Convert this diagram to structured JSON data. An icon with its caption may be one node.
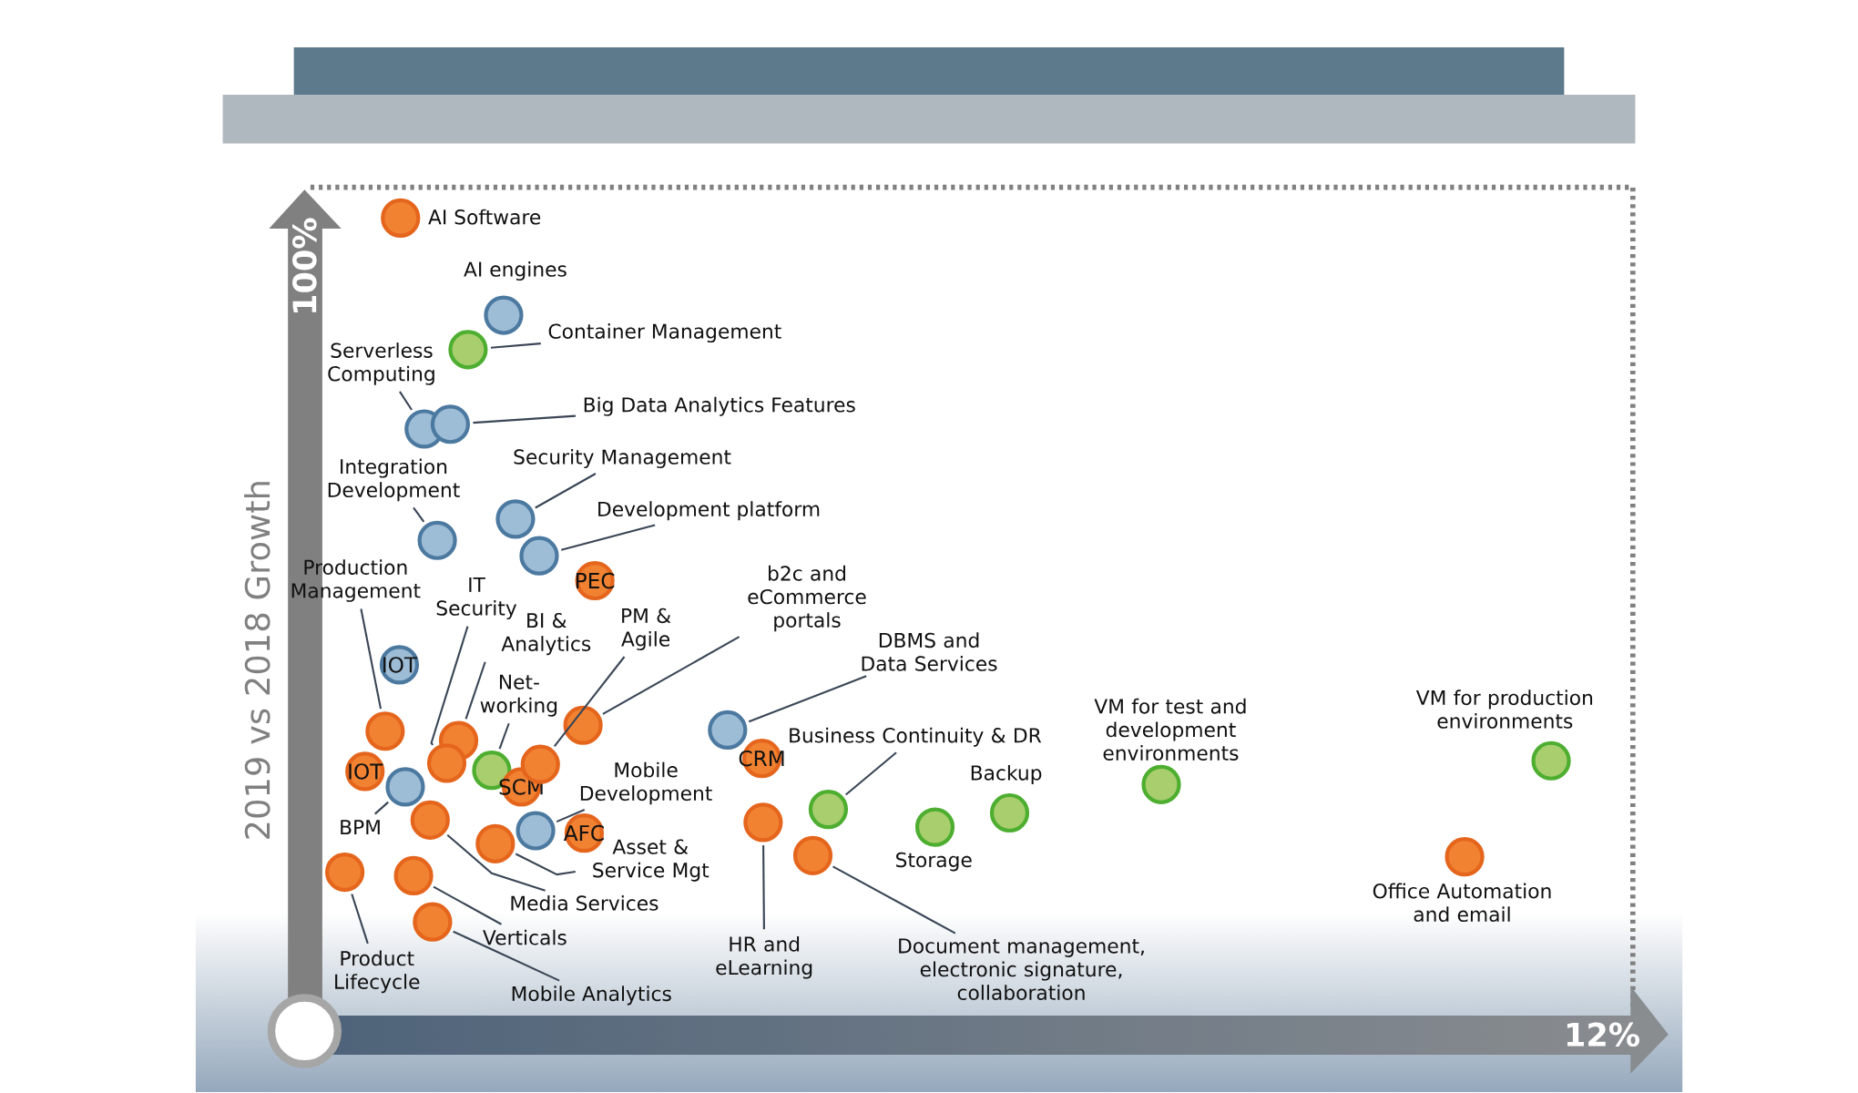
{
  "diagram": {
    "nodes": [
      {
        "text": [],
        "shape": "circle",
        "beside": [
          "AI Software"
        ]
      },
      {
        "text": [],
        "shape": "circle",
        "beside": [
          "AI engines"
        ]
      },
      {
        "text": [],
        "shape": "circle"
      },
      {
        "text": [],
        "shape": "circle"
      },
      {
        "text": [],
        "shape": "circle"
      },
      {
        "text": [],
        "shape": "circle"
      },
      {
        "text": [],
        "shape": "circle"
      },
      {
        "text": [],
        "shape": "circle"
      },
      {
        "text": [
          "PEC"
        ]
      },
      {
        "text": [
          "IOT"
        ]
      },
      {
        "text": [],
        "shape": "circle"
      },
      {
        "text": [
          "IOT"
        ]
      },
      {
        "text": [],
        "shape": "circle"
      },
      {
        "text": [],
        "shape": "circle"
      },
      {
        "text": [],
        "shape": "circle"
      },
      {
        "text": [],
        "shape": "circle"
      },
      {
        "text": [
          "SCM"
        ]
      },
      {
        "text": [],
        "shape": "circle"
      },
      {
        "text": [],
        "shape": "circle"
      },
      {
        "text": [],
        "shape": "circle"
      },
      {
        "text": [
          "AFC"
        ]
      },
      {
        "text": [],
        "shape": "circle"
      },
      {
        "text": [],
        "shape": "circle"
      },
      {
        "text": [],
        "shape": "circle"
      },
      {
        "text": [],
        "shape": "circle"
      },
      {
        "text": [],
        "shape": "circle"
      },
      {
        "text": [],
        "shape": "circle"
      },
      {
        "text": [
          "CRM"
        ]
      },
      {
        "text": [],
        "shape": "circle"
      },
      {
        "text": [],
        "shape": "circle"
      },
      {
        "text": [],
        "shape": "circle"
      },
      {
        "text": [],
        "shape": "circle",
        "beside": [
          "Storage"
        ]
      },
      {
        "text": [],
        "shape": "circle",
        "beside": [
          "Backup"
        ]
      },
      {
        "text": [],
        "shape": "circle",
        "beside": [
          "VM for test and development environments"
        ]
      },
      {
        "text": [],
        "shape": "circle",
        "beside": [
          "VM for production environments"
        ]
      },
      {
        "text": [],
        "shape": "circle",
        "beside": [
          "Office Automation and email"
        ]
      },
      {
        "text": [
          "Container Management"
        ]
      },
      {
        "text": [
          "Serverless Computing"
        ]
      },
      {
        "text": [
          "Big Data Analytics Features"
        ]
      },
      {
        "text": [
          "Integration Development"
        ]
      },
      {
        "text": [
          "Security Management"
        ]
      },
      {
        "text": [
          "Development platform"
        ]
      },
      {
        "text": [
          "Production Management"
        ]
      },
      {
        "text": [
          "IT Security"
        ]
      },
      {
        "text": [
          "BI & Analytics"
        ]
      },
      {
        "text": [
          "Net- working"
        ]
      },
      {
        "text": [
          "PM & Agile"
        ]
      },
      {
        "text": [
          "b2c and eCommerce portals"
        ]
      },
      {
        "text": [
          "DBMS and Data Services"
        ]
      },
      {
        "text": [
          "Business Continuity & DR"
        ]
      },
      {
        "text": [
          "Mobile Development"
        ]
      },
      {
        "text": [
          "BPM"
        ]
      },
      {
        "text": [
          "Asset & Service Mgt"
        ]
      },
      {
        "text": [
          "Media Services"
        ]
      },
      {
        "text": [
          "Product Lifecycle"
        ]
      },
      {
        "text": [
          "Verticals"
        ]
      },
      {
        "text": [
          "Mobile Analytics"
        ]
      },
      {
        "text": [
          "HR and eLearning"
        ]
      },
      {
        "text": [
          "Document management, electronic signature, collaboration"
        ]
      }
    ],
    "edges": [
      {
        "from": 36,
        "to": 2,
        "arrow": "none"
      },
      {
        "from": 37,
        "to": 3,
        "arrow": "none"
      },
      {
        "from": 38,
        "to": 4,
        "arrow": "none"
      },
      {
        "from": 39,
        "to": 5,
        "arrow": "none"
      },
      {
        "from": 40,
        "to": 6,
        "arrow": "none"
      },
      {
        "from": 41,
        "to": 7,
        "arrow": "none"
      },
      {
        "from": 42,
        "to": 10,
        "arrow": "none"
      },
      {
        "from": 43,
        "to": 14,
        "arrow": "none"
      },
      {
        "from": 44,
        "to": 13,
        "arrow": "none"
      },
      {
        "from": 45,
        "to": 15,
        "arrow": "none"
      },
      {
        "from": 46,
        "to": 17,
        "arrow": "none"
      },
      {
        "from": 47,
        "to": 18,
        "arrow": "none"
      },
      {
        "from": 48,
        "to": 26,
        "arrow": "none"
      },
      {
        "from": 49,
        "to": 29,
        "arrow": "none"
      },
      {
        "from": 50,
        "to": 19,
        "arrow": "none"
      },
      {
        "from": 51,
        "to": 12,
        "arrow": "none"
      },
      {
        "from": 52,
        "to": 21,
        "arrow": "none"
      },
      {
        "from": 53,
        "to": 22,
        "arrow": "none"
      },
      {
        "from": 54,
        "to": 23,
        "arrow": "none"
      },
      {
        "from": 55,
        "to": 24,
        "arrow": "none"
      },
      {
        "from": 56,
        "to": 25,
        "arrow": "none"
      },
      {
        "from": 57,
        "to": 28,
        "arrow": "none"
      },
      {
        "from": 58,
        "to": 30,
        "arrow": "none"
      }
    ],
    "labels": [
      "100%",
      "2019 vs 2018 Growth",
      "12%"
    ]
  }
}
